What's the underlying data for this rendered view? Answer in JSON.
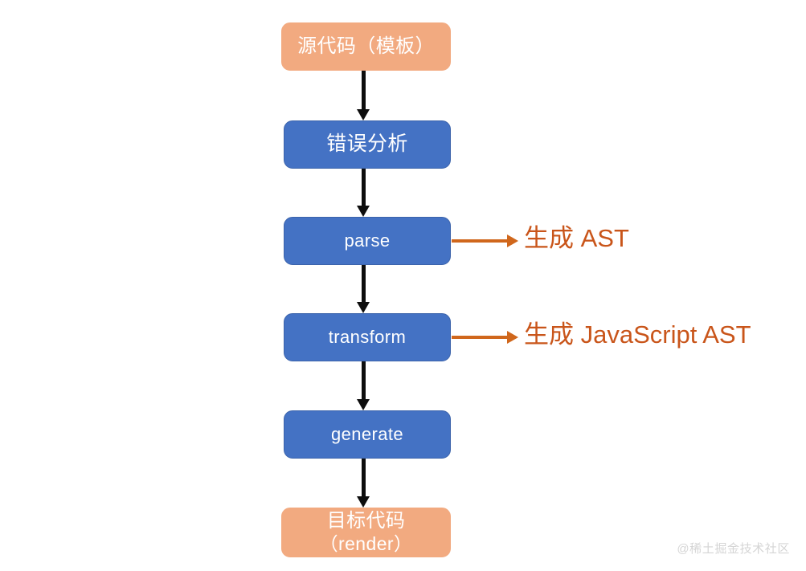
{
  "diagram": {
    "type": "flowchart",
    "orientation": "vertical",
    "colors": {
      "terminal_fill": "#f2aa80",
      "process_fill": "#4472c4",
      "connector": "#0d0d0d",
      "annotation": "#c9551a",
      "background": "#ffffff",
      "watermark": "#d5d5d5"
    },
    "nodes": [
      {
        "id": "source",
        "label": "源代码（模板）",
        "label_line_2": "",
        "style": "terminal"
      },
      {
        "id": "error",
        "label": "错误分析",
        "label_line_2": "",
        "style": "process"
      },
      {
        "id": "parse",
        "label": "parse",
        "label_line_2": "",
        "style": "process"
      },
      {
        "id": "transform",
        "label": "transform",
        "label_line_2": "",
        "style": "process"
      },
      {
        "id": "generate",
        "label": "generate",
        "label_line_2": "",
        "style": "process"
      },
      {
        "id": "target",
        "label": "目标代码",
        "label_line_2": "（render）",
        "style": "terminal"
      }
    ],
    "annotations": [
      {
        "from": "parse",
        "label": "生成 AST"
      },
      {
        "from": "transform",
        "label": "生成 JavaScript AST"
      }
    ]
  },
  "watermark": {
    "text": "@稀土掘金技术社区"
  }
}
